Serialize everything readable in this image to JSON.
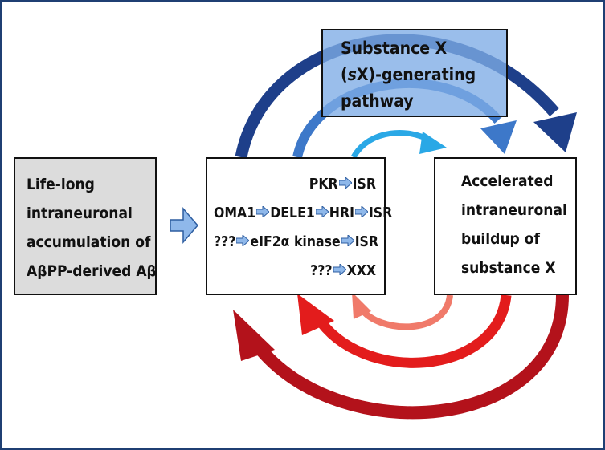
{
  "left_box": {
    "lines": [
      "Life-long",
      "intraneuronal",
      "accumulation of",
      "AβPP-derived Aβ"
    ]
  },
  "center_box": {
    "rows": [
      [
        "PKR",
        "ISR"
      ],
      [
        "OMA1",
        "DELE1",
        "HRI",
        "ISR"
      ],
      [
        "???",
        "eIF2α kinase",
        "ISR"
      ],
      [
        "???",
        "XXX"
      ]
    ]
  },
  "right_box": {
    "lines": [
      "Accelerated",
      "intraneuronal",
      "buildup of",
      "substance X"
    ]
  },
  "top_box": {
    "line1": "Substance X",
    "line2_prefix": "(",
    "line2_italic": "s",
    "line2_suffix": "X)-generating",
    "line3": "pathway"
  },
  "colors": {
    "frame": "#1f3f73",
    "navy_arrow": "#1e3f8a",
    "blue_arrow": "#3d78c9",
    "cyan_arrow": "#2aa8e6",
    "light_blue_arrow": "#8fb8ea",
    "dark_red_arrow": "#b3121b",
    "red_arrow": "#e31c1c",
    "salmon_arrow": "#f07a6a",
    "box_fill_left": "#dcdcdc",
    "box_fill_top": "#7dace6"
  }
}
